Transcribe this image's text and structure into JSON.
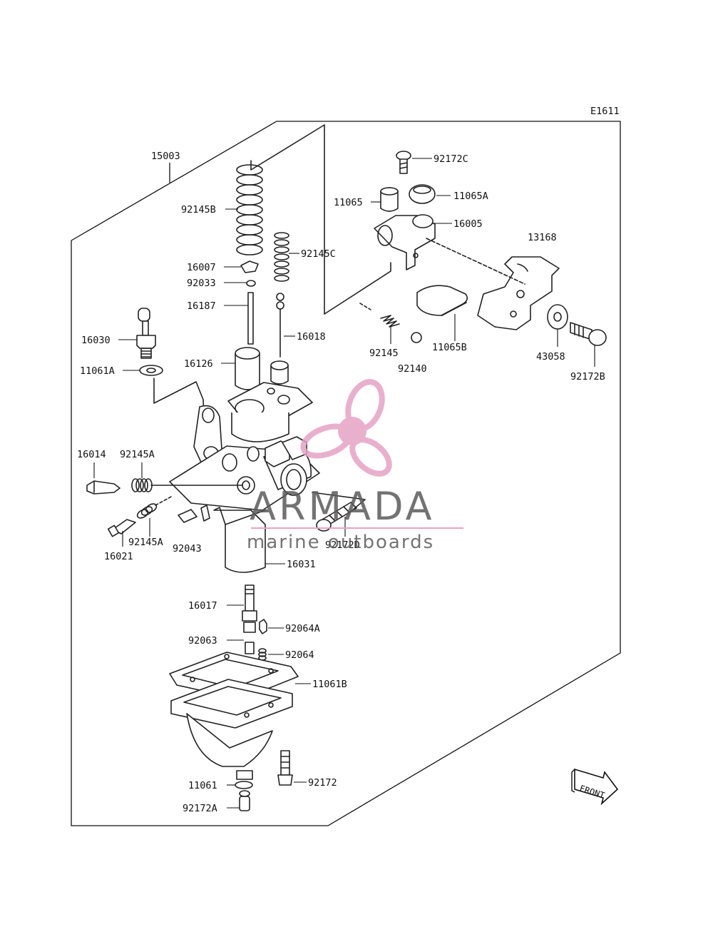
{
  "diagram": {
    "code": "E1611",
    "assembly_ref": "15003",
    "front_label": "FRONT",
    "labels": {
      "p92172C": "92172C",
      "p11065": "11065",
      "p11065A": "11065A",
      "p16005": "16005",
      "p13168": "13168",
      "p92145B": "92145B",
      "p92145C": "92145C",
      "p16007": "16007",
      "p92033": "92033",
      "p16187": "16187",
      "p16018": "16018",
      "p16030": "16030",
      "p11061A": "11061A",
      "p16126": "16126",
      "p92145": "92145",
      "p92140": "92140",
      "p11065B": "11065B",
      "p43058": "43058",
      "p92172B": "92172B",
      "p16014": "16014",
      "p92145A_top": "92145A",
      "p92145A_bottom": "92145A",
      "p16021": "16021",
      "p92043": "92043",
      "p92172D": "92172D",
      "p16031": "16031",
      "p16017": "16017",
      "p92063": "92063",
      "p92064A": "92064A",
      "p92064": "92064",
      "p11061B": "11061B",
      "p11061": "11061",
      "p92172": "92172",
      "p92172A": "92172A"
    }
  },
  "watermark": {
    "brand": "ARMADA",
    "tagline": "marine outboards",
    "colors": {
      "text": "#5a5a5a",
      "logo": "#e6a3c6",
      "line": "#e6a3c6"
    }
  }
}
